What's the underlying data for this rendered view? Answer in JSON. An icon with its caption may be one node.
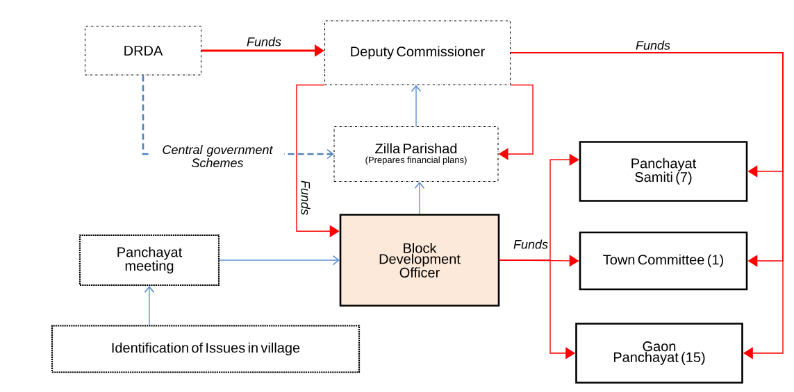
{
  "diagram": {
    "nodes": [
      {
        "text": [
          "DRDA"
        ]
      },
      {
        "text": [
          "Deputy Commissioner"
        ]
      },
      {
        "text": [
          "Zilla Parishad",
          "(Prepares financial plans)"
        ]
      },
      {
        "text": [
          "Panchayat Samiti (7)"
        ]
      },
      {
        "text": [
          "Block Development Officer"
        ]
      },
      {
        "text": [
          "Town Committee (1)"
        ]
      },
      {
        "text": [
          "Panchayat meeting"
        ]
      },
      {
        "text": [
          "Identification of Issues in village"
        ]
      },
      {
        "text": [
          "Gaon Panchayat (15)"
        ]
      }
    ],
    "edges": [
      {
        "from": 0,
        "to": 1,
        "arrow": "to",
        "label": "Funds",
        "style": "thick"
      },
      {
        "from": 0,
        "to": 2,
        "arrow": "to",
        "label": "Central government Schemes",
        "style": "dashed",
        "color": "#4f81bd"
      },
      {
        "from": 1,
        "to": 2,
        "arrow": "to"
      },
      {
        "from": 1,
        "to": 4,
        "arrow": "to",
        "label": "Funds"
      },
      {
        "from": 2,
        "to": 1,
        "arrow": "to",
        "color": "#5b8fd6"
      },
      {
        "from": 4,
        "to": 2,
        "arrow": "to",
        "color": "#5b8fd6"
      },
      {
        "from": 1,
        "to": 3,
        "arrow": "to",
        "label": "Funds"
      },
      {
        "from": 1,
        "to": 5,
        "arrow": "to"
      },
      {
        "from": 1,
        "to": 8,
        "arrow": "to"
      },
      {
        "from": 4,
        "to": 3,
        "arrow": "to"
      },
      {
        "from": 4,
        "to": 5,
        "arrow": "to",
        "label": "Funds"
      },
      {
        "from": 4,
        "to": 8,
        "arrow": "to"
      },
      {
        "from": 6,
        "to": 4,
        "arrow": "to",
        "color": "#5b8fd6"
      },
      {
        "from": 7,
        "to": 6,
        "arrow": "to",
        "color": "#5b8fd6"
      }
    ]
  }
}
